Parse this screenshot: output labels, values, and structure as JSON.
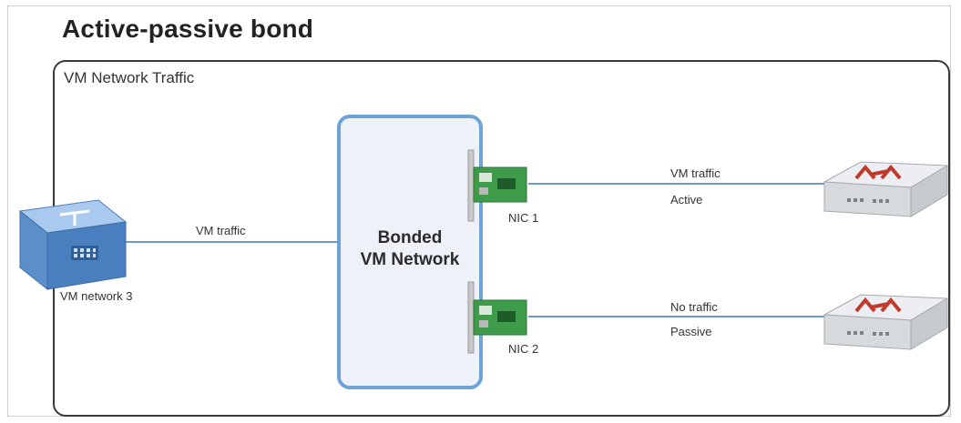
{
  "title": "Active-passive bond",
  "panel_label": "VM Network Traffic",
  "bond": {
    "line1": "Bonded",
    "line2": "VM Network"
  },
  "vm_switch": {
    "label": "VM network 3",
    "link_label": "VM traffic",
    "icon": "virtual-switch-icon"
  },
  "nics": [
    {
      "label": "NIC 1",
      "traffic": "VM traffic",
      "state": "Active",
      "icon": "network-card-icon"
    },
    {
      "label": "NIC 2",
      "traffic": "No traffic",
      "state": "Passive",
      "icon": "network-card-icon"
    }
  ],
  "switches": [
    {
      "icon": "physical-switch-icon"
    },
    {
      "icon": "physical-switch-icon"
    }
  ],
  "colors": {
    "link": "#6e9bd0",
    "bond_border": "#6fa3d6",
    "bond_fill": "#eef2f8",
    "vm_switch": "#5b8fc9",
    "nic_board": "#3e9b4a"
  }
}
